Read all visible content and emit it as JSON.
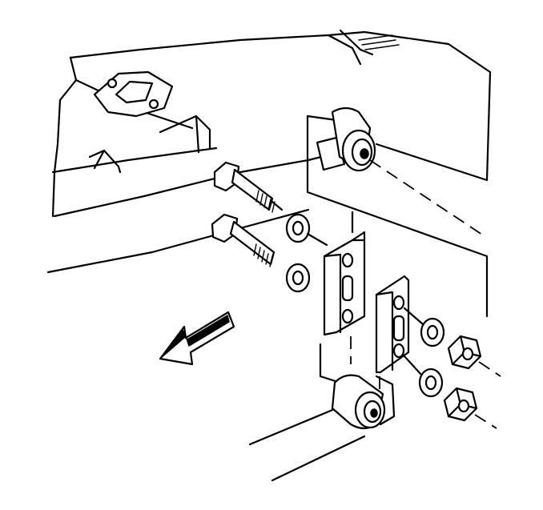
{
  "diagram": {
    "labels": [],
    "colors": {
      "line": "#000000",
      "background": "#ffffff"
    },
    "parts": [
      "frame-rail",
      "body-mount-pad",
      "bolt",
      "washer",
      "shackle-plate",
      "nut",
      "leaf-spring-eye-bushing",
      "front-direction-arrow"
    ]
  }
}
